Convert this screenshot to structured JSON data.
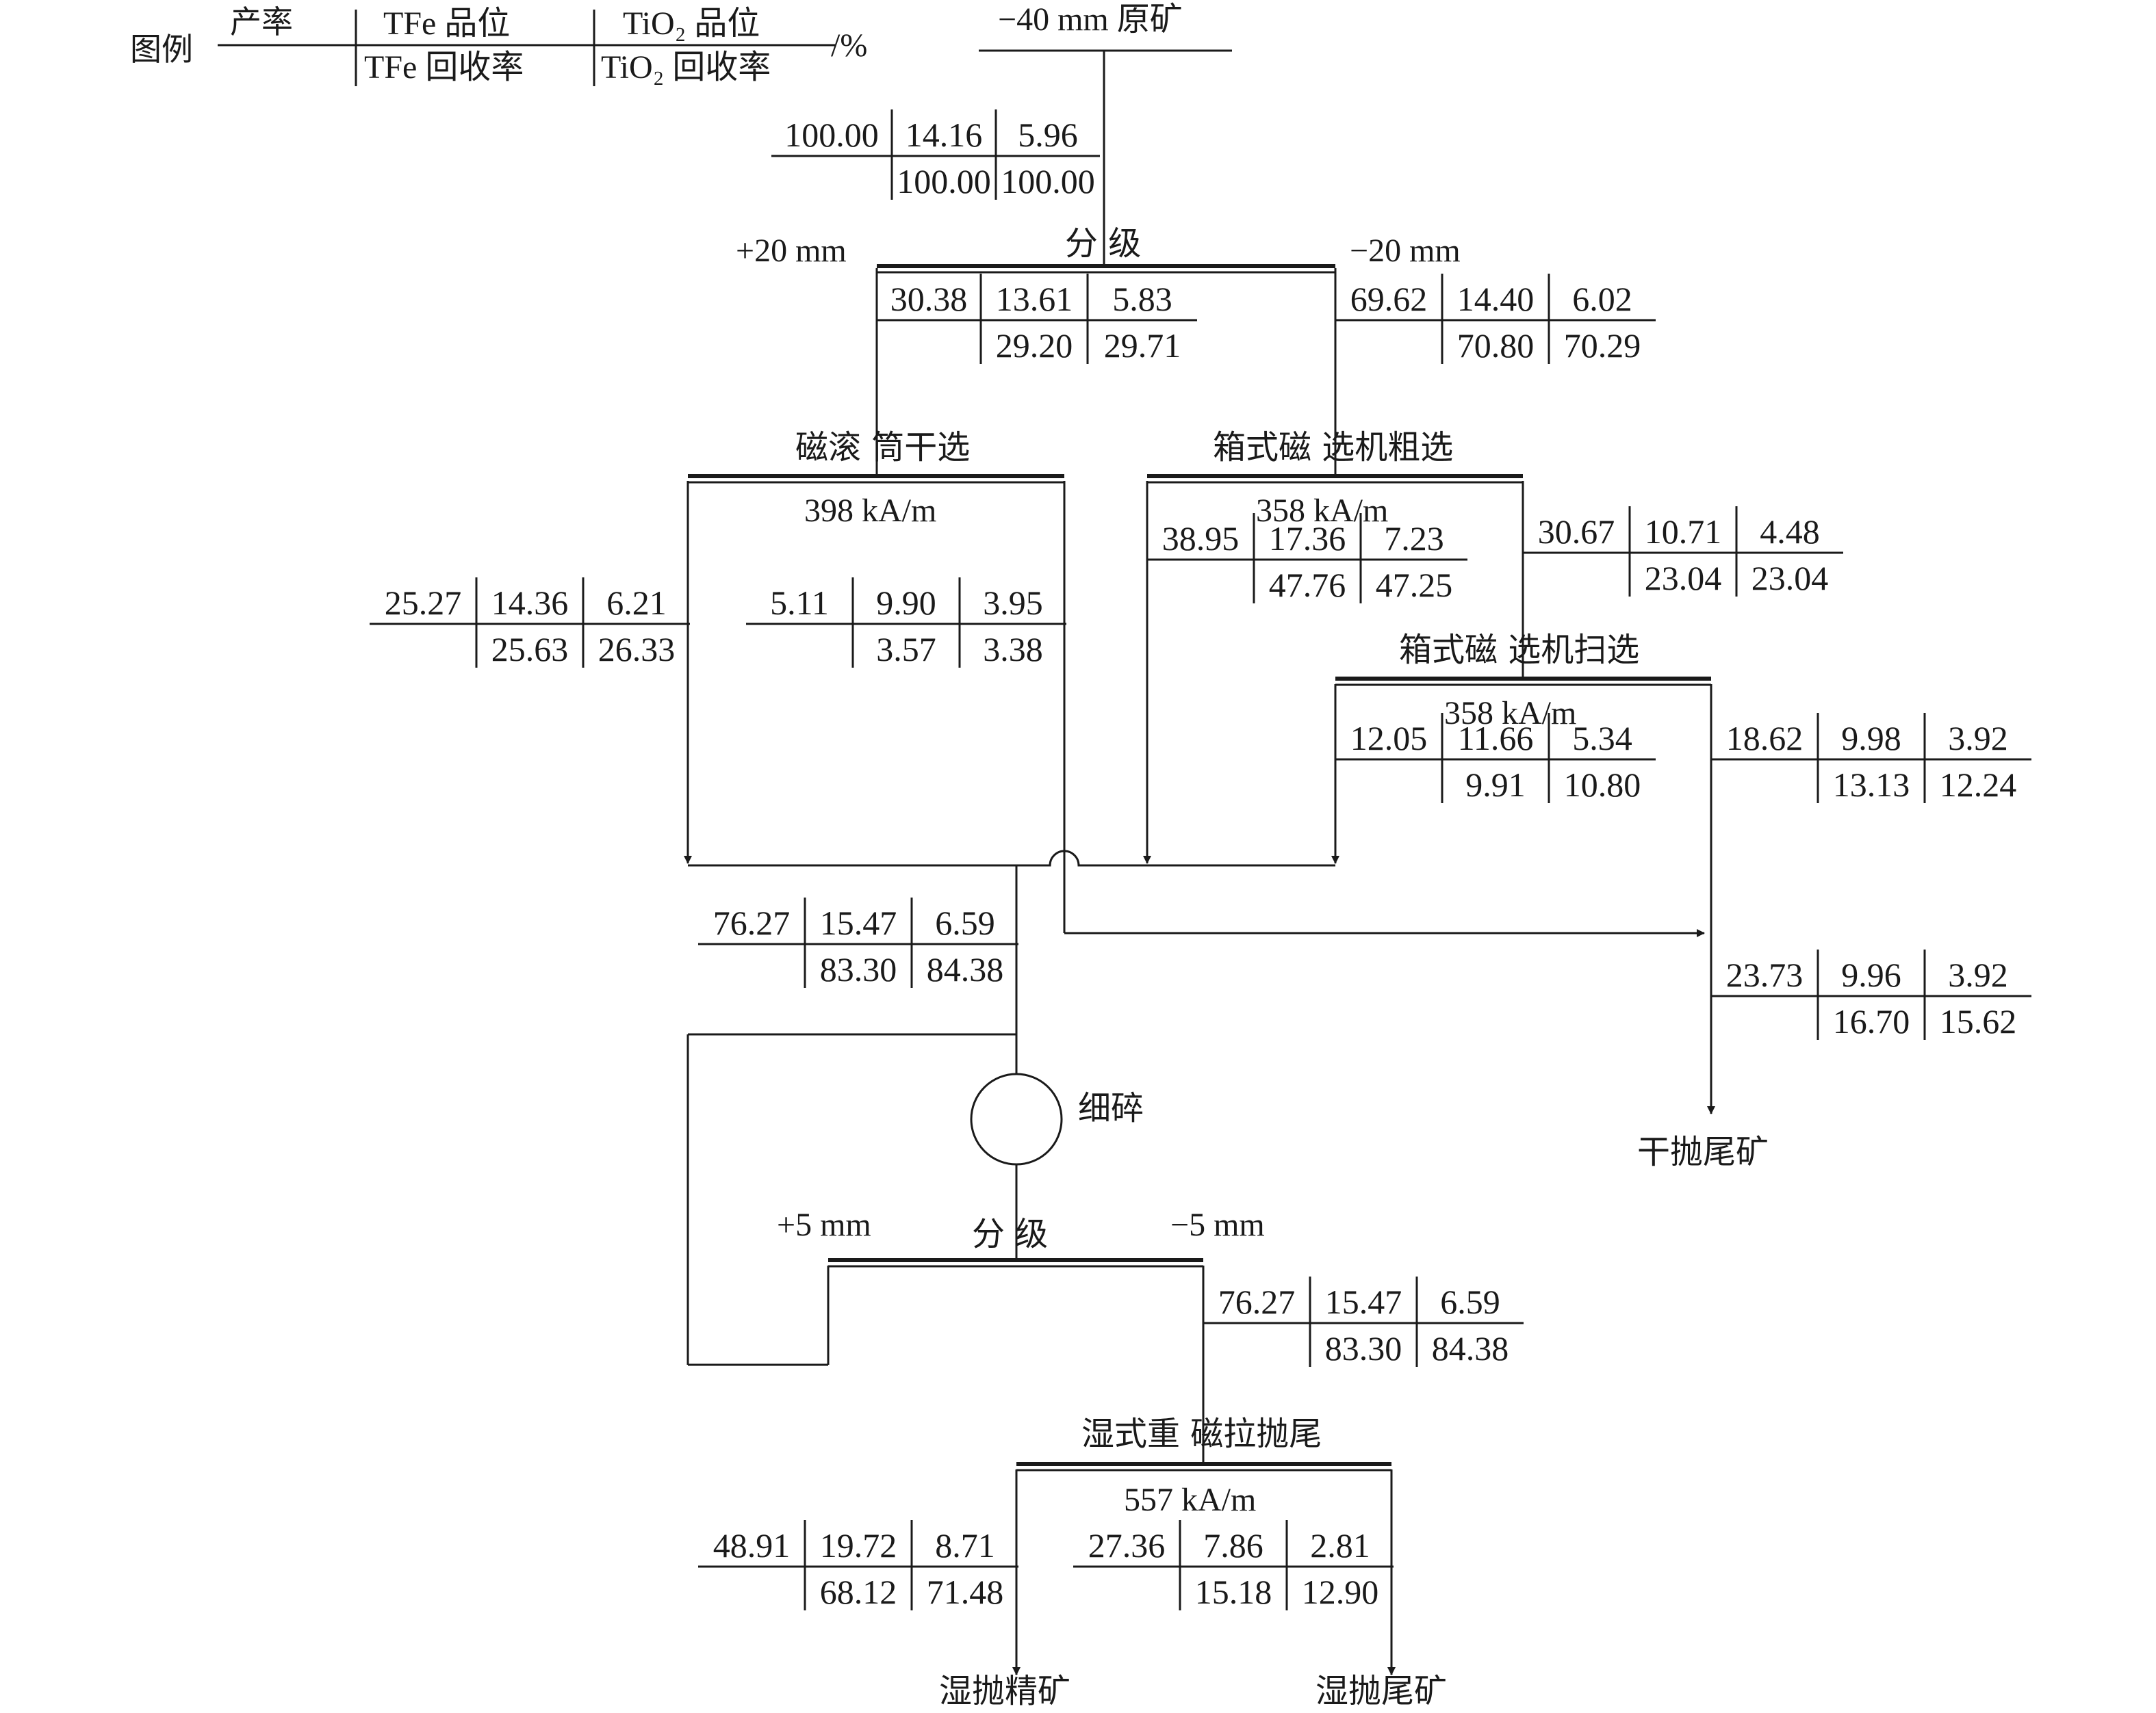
{
  "legend": {
    "label": "图例",
    "top": [
      "产率",
      "TFe 品位",
      "TiO₂ 品位"
    ],
    "bottom": [
      "TFe 回收率",
      "TiO₂ 回收率"
    ],
    "unit": "/%"
  },
  "feed": {
    "title": "−40 mm 原矿",
    "top": [
      "100.00",
      "14.16",
      "5.96"
    ],
    "bottom": [
      "100.00",
      "100.00"
    ]
  },
  "classify1": {
    "label": "分 级",
    "plus": "+20 mm",
    "minus": "−20 mm",
    "plus_values": {
      "top": [
        "30.38",
        "13.61",
        "5.83"
      ],
      "bottom": [
        "29.20",
        "29.71"
      ]
    },
    "minus_values": {
      "top": [
        "69.62",
        "14.40",
        "6.02"
      ],
      "bottom": [
        "70.80",
        "70.29"
      ]
    }
  },
  "drum": {
    "label": "磁滚 筒干选",
    "field": "398 kA/m",
    "conc": {
      "top": [
        "25.27",
        "14.36",
        "6.21"
      ],
      "bottom": [
        "25.63",
        "26.33"
      ]
    },
    "tail": {
      "top": [
        "5.11",
        "9.90",
        "3.95"
      ],
      "bottom": [
        "3.57",
        "3.38"
      ]
    }
  },
  "rougher": {
    "label": "箱式磁 选机粗选",
    "field": "358 kA/m",
    "conc": {
      "top": [
        "38.95",
        "17.36",
        "7.23"
      ],
      "bottom": [
        "47.76",
        "47.25"
      ]
    },
    "tail": {
      "top": [
        "30.67",
        "10.71",
        "4.48"
      ],
      "bottom": [
        "23.04",
        "23.04"
      ]
    }
  },
  "scavenger": {
    "label": "箱式磁 选机扫选",
    "field": "358 kA/m",
    "conc": {
      "top": [
        "12.05",
        "11.66",
        "5.34"
      ],
      "bottom": [
        "9.91",
        "10.80"
      ]
    },
    "tail": {
      "top": [
        "18.62",
        "9.98",
        "3.92"
      ],
      "bottom": [
        "13.13",
        "12.24"
      ]
    }
  },
  "combined": {
    "top": [
      "76.27",
      "15.47",
      "6.59"
    ],
    "bottom": [
      "83.30",
      "84.38"
    ]
  },
  "dry_tail": {
    "top": [
      "23.73",
      "9.96",
      "3.92"
    ],
    "bottom": [
      "16.70",
      "15.62"
    ],
    "label": "干抛尾矿"
  },
  "crush": {
    "label": "细碎"
  },
  "classify2": {
    "label": "分 级",
    "plus": "+5 mm",
    "minus": "−5 mm",
    "minus_values": {
      "top": [
        "76.27",
        "15.47",
        "6.59"
      ],
      "bottom": [
        "83.30",
        "84.38"
      ]
    }
  },
  "wet": {
    "label": "湿式重 磁拉抛尾",
    "field": "557 kA/m",
    "conc": {
      "top": [
        "48.91",
        "19.72",
        "8.71"
      ],
      "bottom": [
        "68.12",
        "71.48"
      ],
      "label": "湿抛精矿"
    },
    "tail": {
      "top": [
        "27.36",
        "7.86",
        "2.81"
      ],
      "bottom": [
        "15.18",
        "12.90"
      ],
      "label": "湿抛尾矿"
    }
  }
}
